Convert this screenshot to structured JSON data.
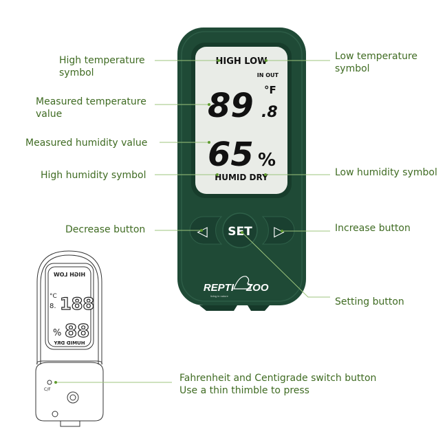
{
  "device": {
    "lcd": {
      "high_low": "HIGH LOW",
      "in_out": "IN OUT",
      "temperature": "89",
      "temperature_decimal": ".8",
      "temperature_unit": "°F",
      "humidity": "65",
      "humidity_unit": "%",
      "humid_dry": "HUMID DRY"
    },
    "buttons": {
      "decrease": "◁",
      "set": "SET",
      "increase": "▷"
    },
    "brand": {
      "left": "REPTI",
      "right": "ZOO",
      "tagline": "living in nature"
    },
    "colors": {
      "body": "#1f4a36",
      "lcd": "#e9ece7",
      "label_text": "#3f6b22",
      "leader_line": "#9cc47c"
    }
  },
  "back_sketch": {
    "high_low": "HIGH LOW",
    "temperature": "188",
    "temperature_decimal": "8.",
    "temperature_unit": "°C",
    "humidity": "88",
    "humidity_unit": "%",
    "humid_dry": "HUMID DRY",
    "switch_label": "C/F"
  },
  "labels": {
    "high_temp_symbol": [
      "High temperature",
      "symbol"
    ],
    "measured_temp": [
      "Measured temperature",
      "value"
    ],
    "measured_humidity": "Measured humidity value",
    "high_humidity_symbol": "High humidity symbol",
    "decrease_button": "Decrease button",
    "low_temp_symbol": [
      "Low temperature",
      "symbol"
    ],
    "low_humidity_symbol": "Low humidity symbol",
    "increase_button": "Increase button",
    "setting_button": "Setting button",
    "switch_button": [
      "Fahrenheit and Centigrade switch button",
      "Use a thin thimble to press"
    ]
  }
}
